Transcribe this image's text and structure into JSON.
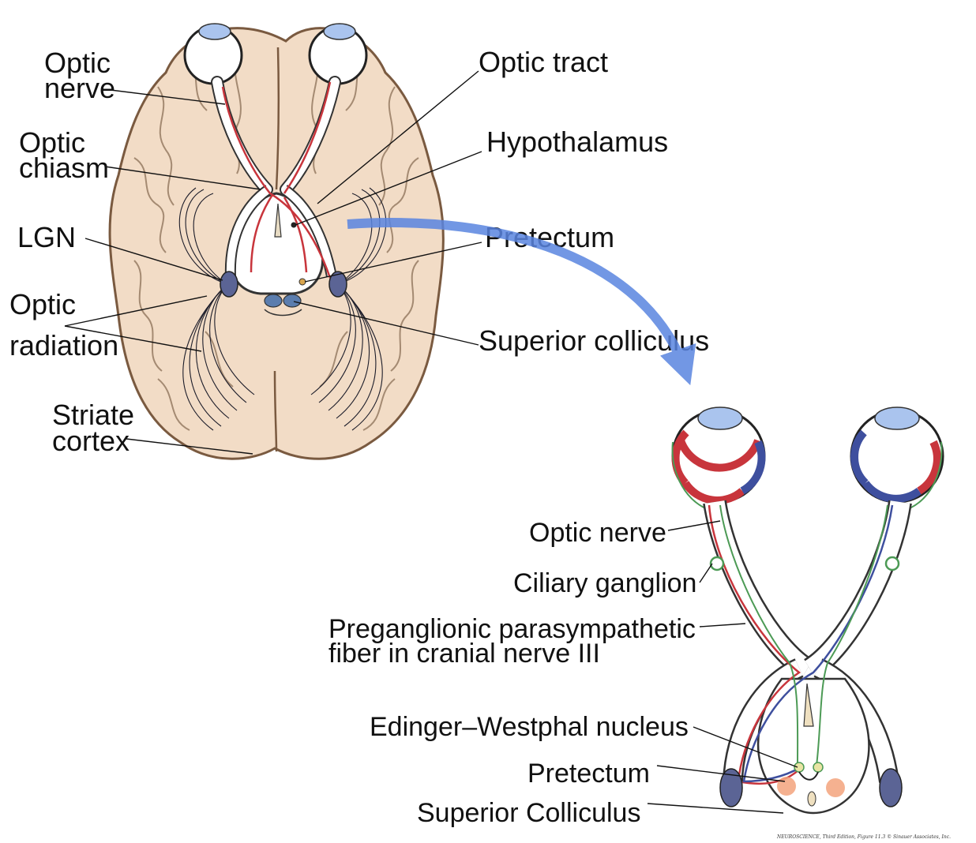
{
  "top_labels": {
    "optic_nerve_line1": "Optic",
    "optic_nerve_line2": "nerve",
    "optic_chiasm_line1": "Optic",
    "optic_chiasm_line2": "chiasm",
    "lgn": "LGN",
    "optic_radiation_line1": "Optic",
    "optic_radiation_line2": "radiation",
    "striate_cortex_line1": "Striate",
    "striate_cortex_line2": "cortex",
    "optic_tract": "Optic tract",
    "hypothalamus": "Hypothalamus",
    "pretectum": "Pretectum",
    "superior_colliculus": "Superior colliculus"
  },
  "bottom_labels": {
    "optic_nerve": "Optic nerve",
    "ciliary_ganglion": "Ciliary ganglion",
    "preganglionic_line1": "Preganglionic parasympathetic",
    "preganglionic_line2": "fiber in cranial nerve III",
    "edinger_westphal": "Edinger–Westphal nucleus",
    "pretectum": "Pretectum",
    "superior_colliculus": "Superior Colliculus"
  },
  "credit": "NEUROSCIENCE, Third Edition, Figure 11.3 © Sinauer Associates, Inc.",
  "colors": {
    "brain_fill": "#f2dcc6",
    "brain_outline": "#7a5a40",
    "lens_blue": "#aac4ee",
    "retina_red": "#c8353c",
    "retina_blue": "#3e4f9e",
    "fiber_green": "#4c9a55",
    "lgn_fill": "#5b6495",
    "arrow_blue": "#5a85e0",
    "pretectum_fill": "#f3a37d"
  },
  "icons": {
    "arrow": "curved-arrow-icon"
  }
}
